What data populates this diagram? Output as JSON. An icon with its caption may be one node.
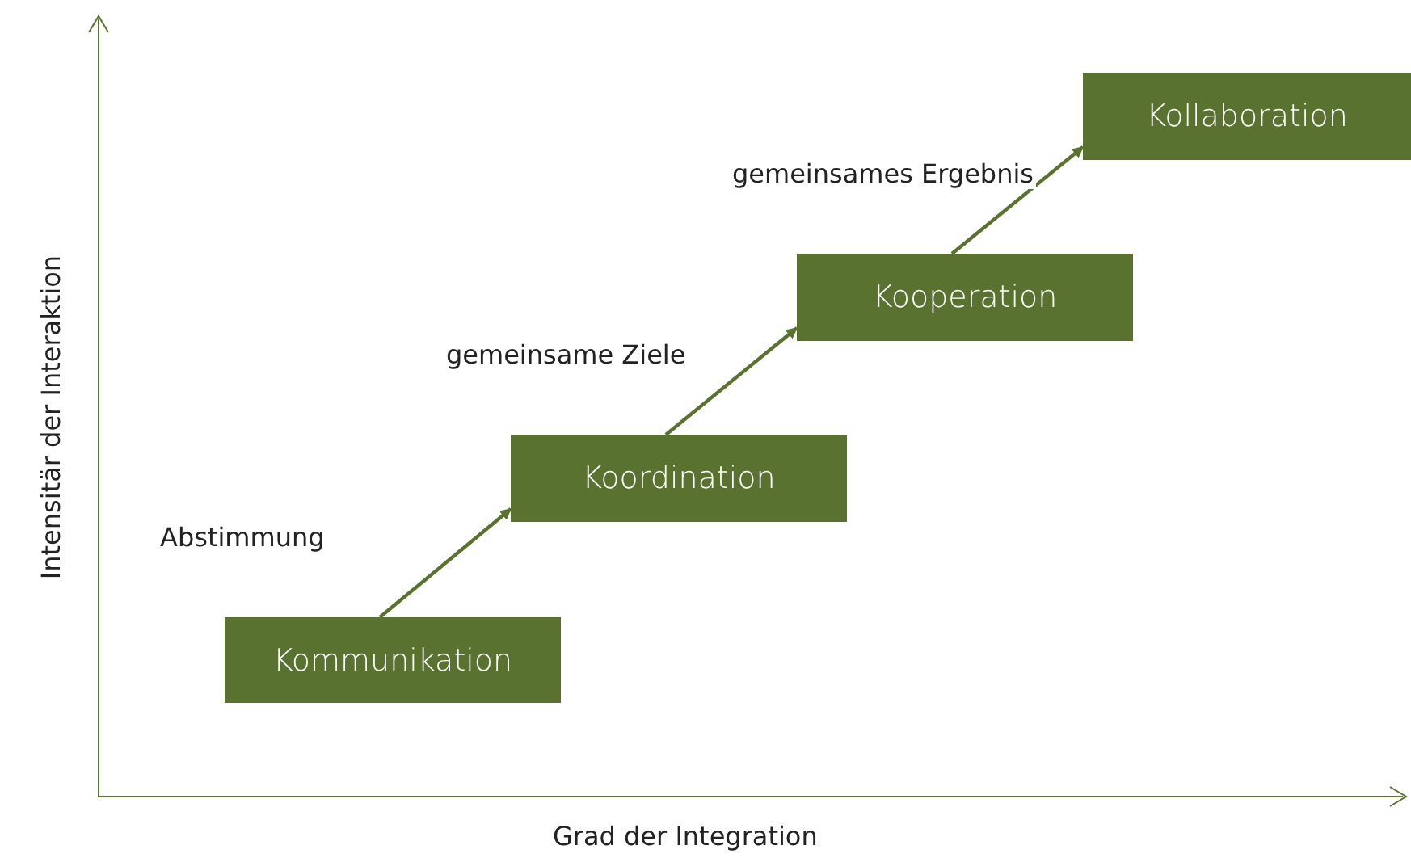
{
  "diagram": {
    "nodes": [
      {
        "text": [
          "Kommunikation"
        ]
      },
      {
        "text": [
          "Koordination"
        ]
      },
      {
        "text": [
          "Kooperation"
        ]
      },
      {
        "text": [
          "Kollaboration"
        ]
      }
    ],
    "edges": [
      {
        "from": 0,
        "to": 1,
        "arrow": "to",
        "label": "Abstimmung"
      },
      {
        "from": 1,
        "to": 2,
        "arrow": "to",
        "label": "gemeinsame Ziele"
      },
      {
        "from": 2,
        "to": 3,
        "arrow": "to",
        "label": "gemeinsames Ergebnis"
      }
    ],
    "labels": [
      "Intensitär der Interaktion",
      "Grad der Integration"
    ]
  }
}
